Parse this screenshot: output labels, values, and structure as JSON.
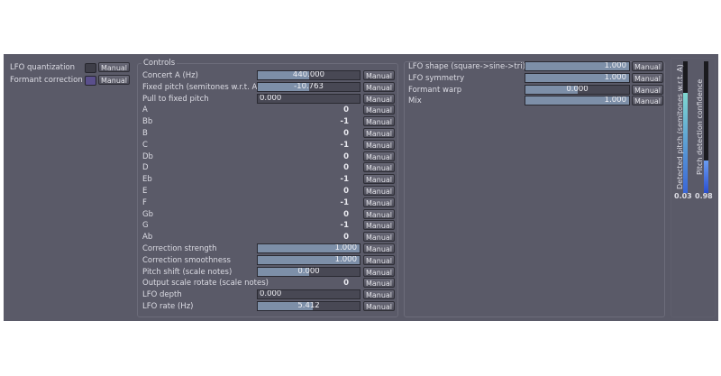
{
  "left": {
    "lfo_quantization": {
      "label": "LFO quantization",
      "button": "Manual",
      "color": "#3e3e48"
    },
    "formant_correction": {
      "label": "Formant correction",
      "button": "Manual",
      "color": "#5a4f8c"
    }
  },
  "controls": {
    "title": "Controls",
    "concert_a": {
      "label": "Concert A (Hz)",
      "value": "440.000",
      "level": 0.5,
      "button": "Manual"
    },
    "fixed_pitch": {
      "label": "Fixed pitch (semitones w.r.t. A)",
      "value": "-10.763",
      "level": 0.5,
      "button": "Manual"
    },
    "pull_to_fixed": {
      "label": "Pull to fixed pitch",
      "value": "0.000",
      "level": 0.0,
      "button": "Manual"
    },
    "notes": [
      {
        "label": "A",
        "value": "0",
        "button": "Manual"
      },
      {
        "label": "Bb",
        "value": "-1",
        "button": "Manual"
      },
      {
        "label": "B",
        "value": "0",
        "button": "Manual"
      },
      {
        "label": "C",
        "value": "-1",
        "button": "Manual"
      },
      {
        "label": "Db",
        "value": "0",
        "button": "Manual"
      },
      {
        "label": "D",
        "value": "0",
        "button": "Manual"
      },
      {
        "label": "Eb",
        "value": "-1",
        "button": "Manual"
      },
      {
        "label": "E",
        "value": "0",
        "button": "Manual"
      },
      {
        "label": "F",
        "value": "-1",
        "button": "Manual"
      },
      {
        "label": "Gb",
        "value": "0",
        "button": "Manual"
      },
      {
        "label": "G",
        "value": "-1",
        "button": "Manual"
      },
      {
        "label": "Ab",
        "value": "0",
        "button": "Manual"
      }
    ],
    "correction_strength": {
      "label": "Correction strength",
      "value": "1.000",
      "level": 1.0,
      "button": "Manual"
    },
    "correction_smoothness": {
      "label": "Correction smoothness",
      "value": "1.000",
      "level": 1.0,
      "button": "Manual"
    },
    "pitch_shift": {
      "label": "Pitch shift (scale notes)",
      "value": "0.000",
      "level": 0.5,
      "button": "Manual"
    },
    "output_scale_rotate": {
      "label": "Output scale rotate (scale notes)",
      "value": "0",
      "button": "Manual"
    },
    "lfo_depth": {
      "label": "LFO depth",
      "value": "0.000",
      "level": 0.0,
      "button": "Manual"
    },
    "lfo_rate": {
      "label": "LFO rate (Hz)",
      "value": "5.412",
      "level": 0.54,
      "button": "Manual"
    }
  },
  "lfo": {
    "shape": {
      "label": "LFO shape (square->sine->tri)",
      "value": "1.000",
      "level": 1.0,
      "button": "Manual"
    },
    "symmetry": {
      "label": "LFO symmetry",
      "value": "1.000",
      "level": 1.0,
      "button": "Manual"
    },
    "formant_warp": {
      "label": "Formant warp",
      "value": "0.000",
      "level": 0.5,
      "button": "Manual"
    },
    "mix": {
      "label": "Mix",
      "value": "1.000",
      "level": 1.0,
      "button": "Manual"
    }
  },
  "meters": {
    "detected_pitch": {
      "label": "Detected pitch (semitones w.r.t. A)",
      "value": "0.03",
      "level": 0.76,
      "color_top": "#7fd8d0",
      "color_bottom": "#3a66d8"
    },
    "confidence": {
      "label": "Pitch detection confidence",
      "value": "0.98",
      "level": 0.25,
      "color_top": "#6a9cf0",
      "color_bottom": "#2a4fd0"
    }
  }
}
